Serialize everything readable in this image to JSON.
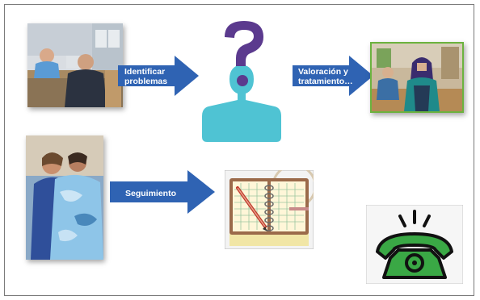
{
  "arrows": {
    "identify": {
      "label_line1": "Identificar",
      "label_line2": "problemas"
    },
    "assess": {
      "label_line1": "Valoración y",
      "label_line2": "tratamiento…"
    },
    "followup": {
      "label": "Seguimiento"
    }
  },
  "icons": {
    "question_person": "question-person-icon",
    "notebook": "notebook-pen-icon",
    "telephone": "ringing-telephone-icon"
  },
  "colors": {
    "arrow_blue": "#2f63b3",
    "question_purple": "#5b3a8e",
    "person_teal": "#4fc3d3",
    "phone_green": "#3aa845"
  }
}
